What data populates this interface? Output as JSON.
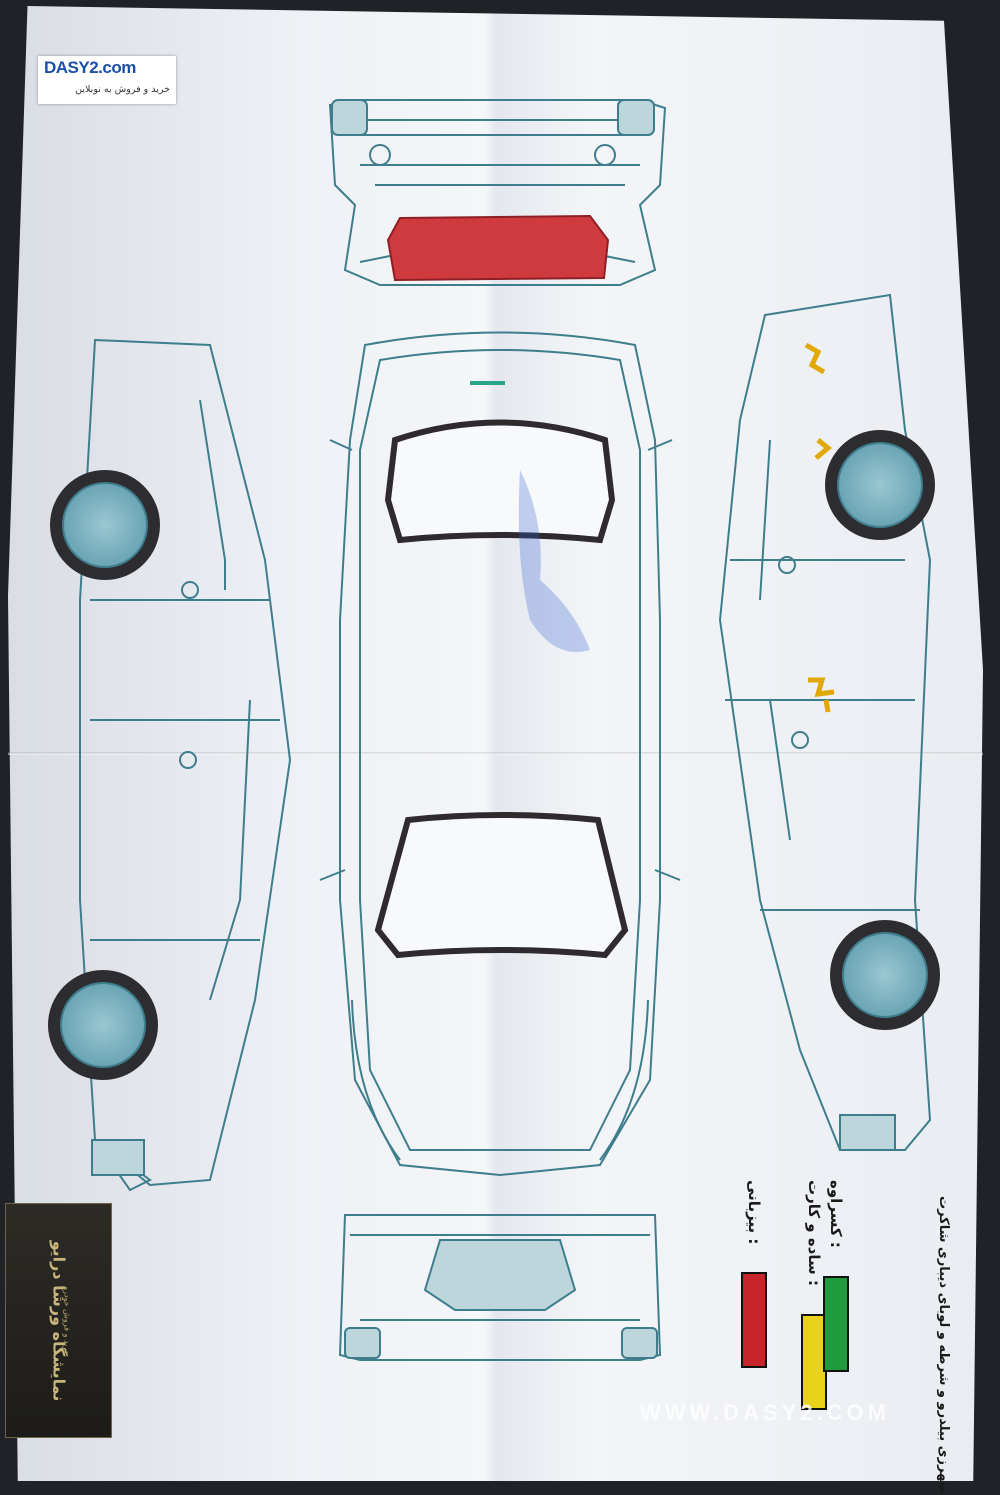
{
  "logo": {
    "brand": "DASY2.com",
    "tagline": "خرید و فروش به نوبلاین"
  },
  "stamp": {
    "name": "نمایشگاه ورشا درایو",
    "subtext": "خرید و فروش خودرو"
  },
  "legend": {
    "title": "شهرزی بیلدرو و شرطه و لوبای دیباری شاکرت",
    "items": [
      {
        "label": "بیزبانی :",
        "color": "#c8242c"
      },
      {
        "label": "ساده و کارت :",
        "color": "#e8d21c"
      },
      {
        "label": "کسراوه :",
        "color": "#1f9a3c"
      }
    ]
  },
  "damage_marks": {
    "rear_bumper_color": "#d0323a",
    "scratch_color": "#e0a800",
    "roof_ink_color": "#2f5cd0"
  },
  "watermark": "WWW.DASY2.COM"
}
